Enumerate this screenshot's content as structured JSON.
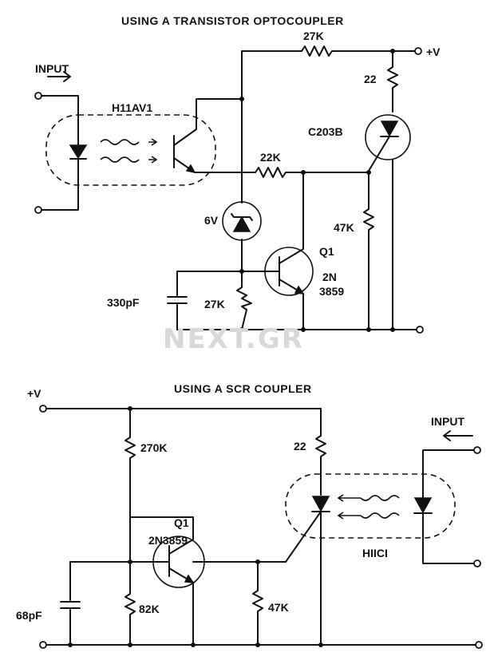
{
  "top": {
    "title": "USING A TRANSISTOR OPTOCOUPLER",
    "input_label": "INPUT",
    "optocoupler": "H11AV1",
    "scr": "C203B",
    "supply": "+V",
    "r_top": "27K",
    "r_gate": "22",
    "r_base": "22K",
    "zener": "6V",
    "r_47k": "47K",
    "cap": "330pF",
    "r_27k_low": "27K",
    "q_name": "Q1",
    "q_part_a": "2N",
    "q_part_b": "3859"
  },
  "bottom": {
    "title": "USING A SCR COUPLER",
    "supply": "+V",
    "input_label": "INPUT",
    "r_270k": "270K",
    "r_22": "22",
    "q_name": "Q1",
    "q_part": "2N3859",
    "optocoupler": "HIICI",
    "cap": "68pF",
    "r_82k": "82K",
    "r_47k": "47K"
  },
  "watermark": "NEXT.GR"
}
